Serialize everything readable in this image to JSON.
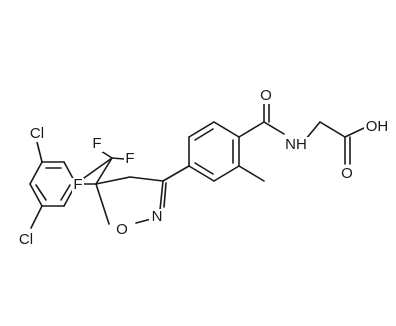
{
  "molecule": {
    "atoms": {
      "cl_top": "Cl",
      "cl_bottom": "Cl",
      "f_top_left": "F",
      "f_top_right": "F",
      "f_bottom": "F",
      "o_ring": "O",
      "n_ring": "N",
      "o_carbonyl": "O",
      "nh": "NH",
      "oh": "OH",
      "o_acid": "O"
    }
  }
}
